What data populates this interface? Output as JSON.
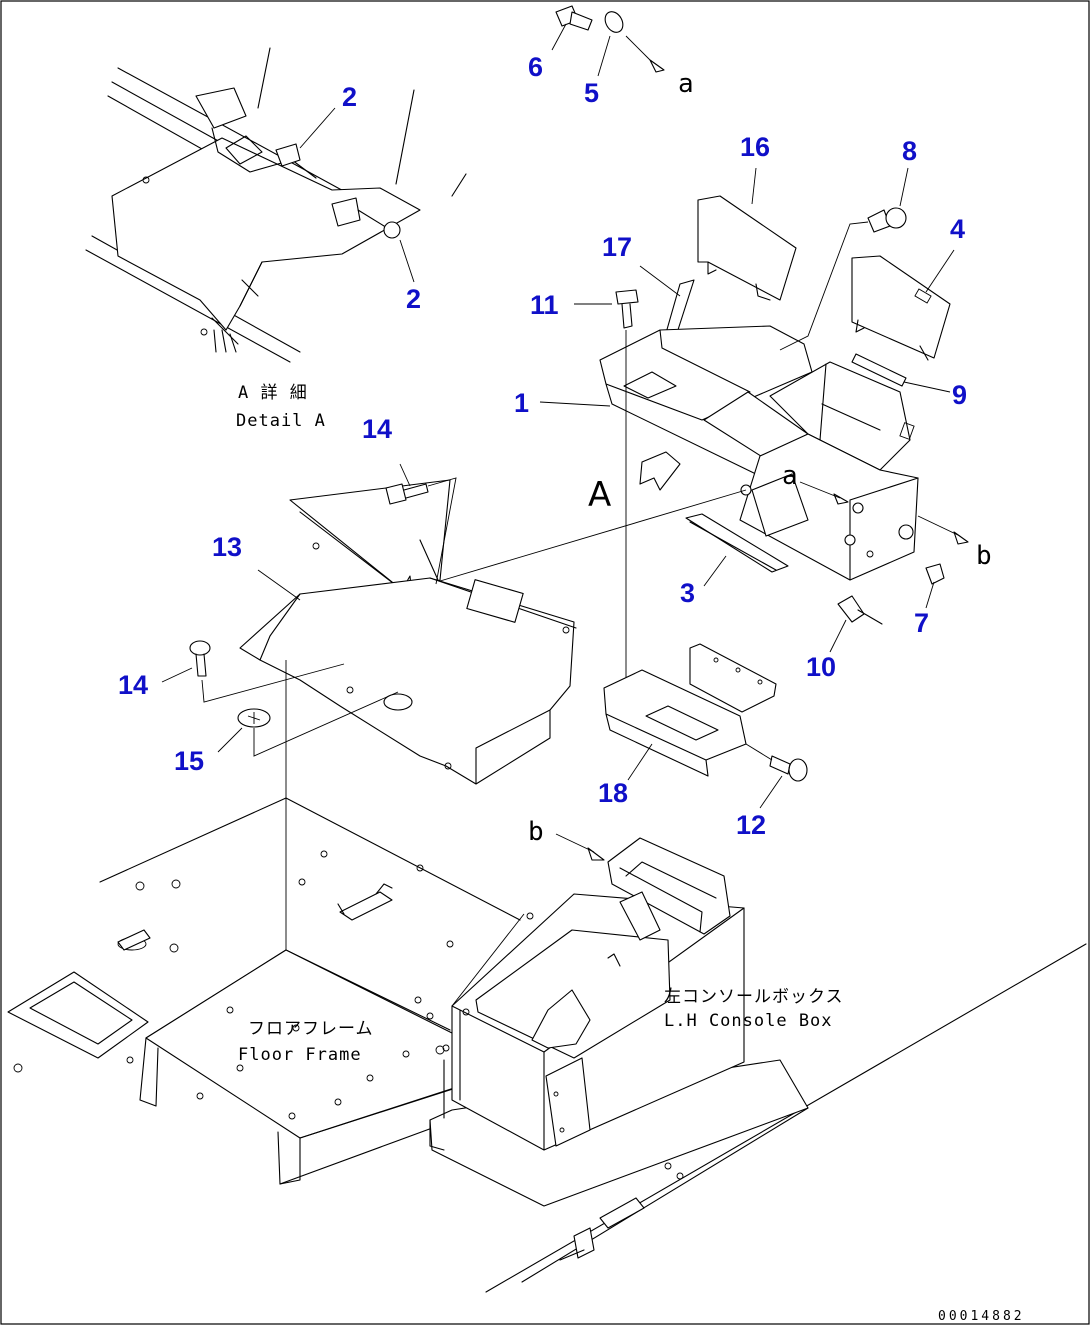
{
  "callouts": [
    {
      "id": "c2a",
      "label": "2"
    },
    {
      "id": "c2b",
      "label": "2"
    },
    {
      "id": "c6",
      "label": "6"
    },
    {
      "id": "c5",
      "label": "5"
    },
    {
      "id": "c16",
      "label": "16"
    },
    {
      "id": "c8",
      "label": "8"
    },
    {
      "id": "c17",
      "label": "17"
    },
    {
      "id": "c4",
      "label": "4"
    },
    {
      "id": "c11",
      "label": "11"
    },
    {
      "id": "c1",
      "label": "1"
    },
    {
      "id": "c9",
      "label": "9"
    },
    {
      "id": "c14a",
      "label": "14"
    },
    {
      "id": "c13",
      "label": "13"
    },
    {
      "id": "c3",
      "label": "3"
    },
    {
      "id": "c7",
      "label": "7"
    },
    {
      "id": "c10",
      "label": "10"
    },
    {
      "id": "c14b",
      "label": "14"
    },
    {
      "id": "c15",
      "label": "15"
    },
    {
      "id": "c18",
      "label": "18"
    },
    {
      "id": "c12",
      "label": "12"
    }
  ],
  "notes": {
    "detail_jp": "A 詳 細",
    "detail_en": "Detail A",
    "view_letter": "A",
    "ref_a_top": "a",
    "ref_a_box": "a",
    "ref_b_right": "b",
    "ref_b_console": "b",
    "floor_jp": "フロアフレーム",
    "floor_en": "Floor Frame",
    "console_jp": "左コンソールボックス",
    "console_en": "L.H Console Box"
  },
  "doc_id": "00014882"
}
